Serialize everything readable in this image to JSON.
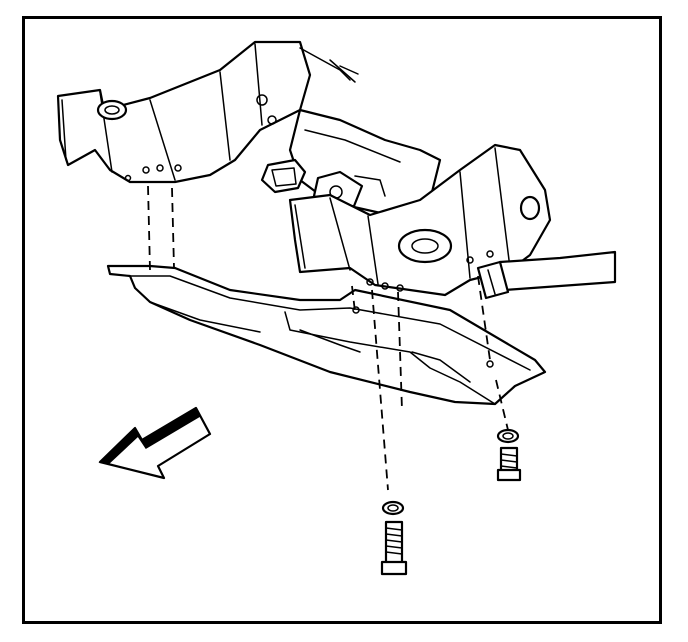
{
  "illustration": {
    "subject": "front-frame-skid-plate-mounting",
    "fastener_count": 2,
    "direction_indicator": "front-arrow"
  }
}
